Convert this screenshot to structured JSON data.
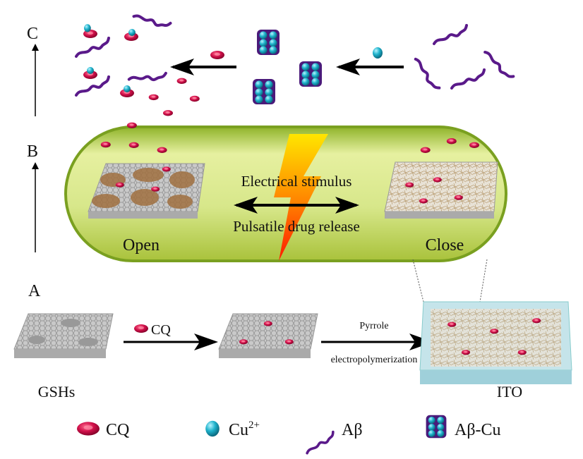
{
  "stage_labels": {
    "a": "A",
    "b": "B",
    "c": "C"
  },
  "capsule": {
    "top_text": "Electrical stimulus",
    "bottom_text": "Pulsatile drug release",
    "left_state": "Open",
    "right_state": "Close"
  },
  "fabrication": {
    "cq_label": "CQ",
    "arrow2_top": "Pyrrole",
    "arrow2_bottom": "electropolymerization",
    "gsh_label": "GSHs",
    "ito_label": "ITO"
  },
  "legend": {
    "cq": "CQ",
    "cu": "Cu",
    "cu_sup": "2+",
    "abeta": "Aβ",
    "abeta_cu": "Aβ-Cu"
  },
  "colors": {
    "cq": "#d0104a",
    "cu": "#1fb3cc",
    "abeta": "#5a1a8a",
    "capsule": "#c8dc5a"
  }
}
